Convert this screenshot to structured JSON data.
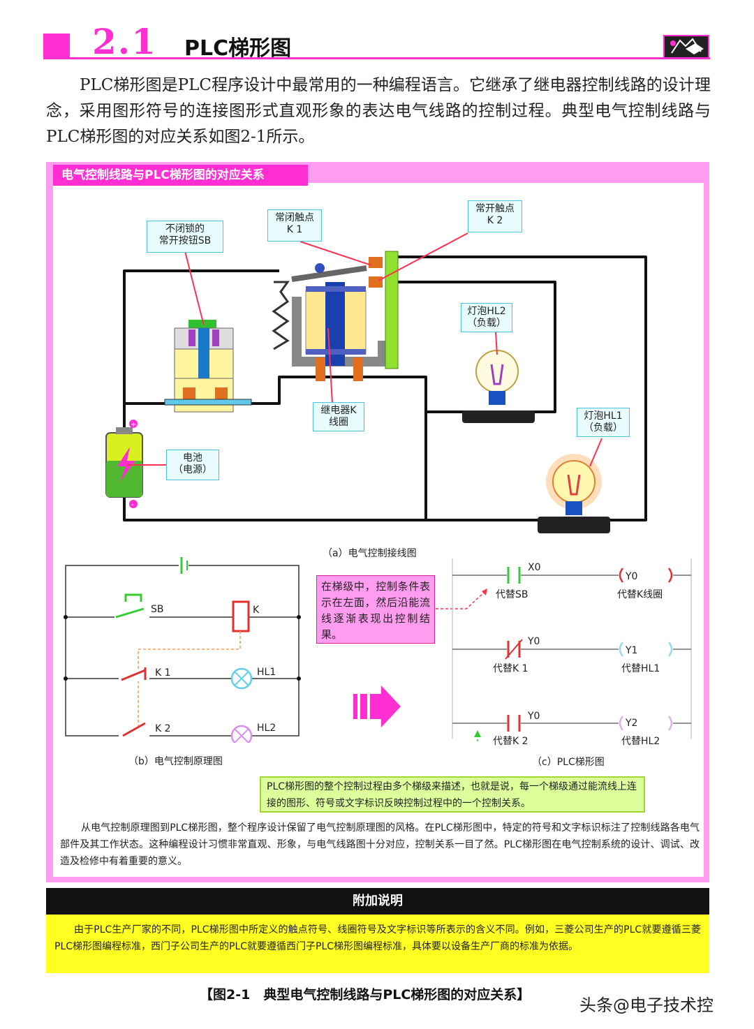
{
  "header": {
    "section_number": "2.1",
    "section_title": "PLC梯形图"
  },
  "intro": "PLC梯形图是PLC程序设计中最常用的一种编程语言。它继承了继电器控制线路的设计理念，采用图形符号的连接图形式直观形象的表达电气线路的控制过程。典型电气控制线路与PLC梯形图的对应关系如图2-1所示。",
  "figure": {
    "title": "电气控制线路与PLC梯形图的对应关系",
    "wiring": {
      "caption": "（a）电气控制接线图",
      "labels": {
        "sb": [
          "不闭锁的",
          "常开按钮SB"
        ],
        "k1": [
          "常闭触点",
          "K 1"
        ],
        "k2": [
          "常开触点",
          "K 2"
        ],
        "hl2": [
          "灯泡HL2",
          "（负载）"
        ],
        "coil": [
          "继电器K",
          "线圈"
        ],
        "hl1": [
          "灯泡HL1",
          "（负载）"
        ],
        "battery": [
          "电池",
          "（电源）"
        ]
      }
    },
    "schematic": {
      "caption": "（b）电气控制原理图",
      "sb": "SB",
      "k": "K",
      "k1": "K 1",
      "hl1": "HL1",
      "k2": "K 2",
      "hl2": "HL2"
    },
    "ladder": {
      "caption": "（c）PLC梯形图",
      "rungs": [
        {
          "contact": "X0",
          "contact_desc": "代替SB",
          "coil": "Y0",
          "coil_desc": "代替K线圈"
        },
        {
          "contact": "Y0",
          "contact_desc": "代替K 1",
          "coil": "Y1",
          "coil_desc": "代替HL1"
        },
        {
          "contact": "Y0",
          "contact_desc": "代替K 2",
          "coil": "Y2",
          "coil_desc": "代替HL2"
        }
      ]
    },
    "note_pink": "在梯级中，控制条件表示在左面，然后沿能流线逐渐表现出控制结果。",
    "note_green": "PLC梯形图的整个控制过程由多个梯级来描述，也就是说，每一个梯级通过能流线上连接的图形、符号或文字标识反映控制过程中的一个控制关系。",
    "description": "从电气控制原理图到PLC梯形图，整个程序设计保留了电气控制原理图的风格。在PLC梯形图中，特定的符号和文字标识标注了控制线路各电气部件及其工作状态。这种编程设计习惯非常直观、形象，与电气线路图十分对应，控制关系一目了然。PLC梯形图在电气控制系统的设计、调试、改造及检修中有着重要的意义。"
  },
  "extra": {
    "heading": "附加说明",
    "body": "由于PLC生产厂家的不同，PLC梯形图中所定义的触点符号、线圈符号及文字标识等所表示的含义不同。例如，三菱公司生产的PLC就要遵循三菱PLC梯形图编程标准，西门子公司生产的PLC就要遵循西门子PLC梯形图编程标准，具体要以设备生产厂商的标准为依据。"
  },
  "figure_caption": "【图2-1　典型电气控制线路与PLC梯形图的对应关系】",
  "watermark": "头条@电子技术控",
  "colors": {
    "magenta": "#ff2ed2",
    "pink_bg": "#ff9cf0",
    "label_bg": "#e8fbff",
    "label_border": "#48c8e0",
    "yellow": "#ffff22",
    "green_note": "#dcff9c"
  }
}
